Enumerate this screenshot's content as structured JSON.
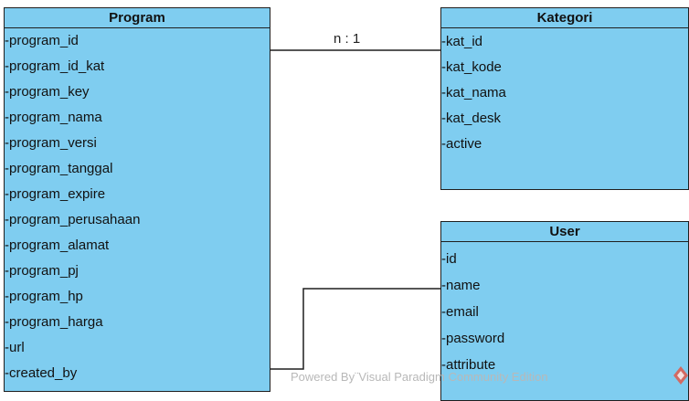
{
  "entities": {
    "program": {
      "title": "Program",
      "attributes": [
        "-program_id",
        "-program_id_kat",
        "-program_key",
        "-program_nama",
        "-program_versi",
        "-program_tanggal",
        "-program_expire",
        "-program_perusahaan",
        "-program_alamat",
        "-program_pj",
        "-program_hp",
        "-program_harga",
        "-url",
        "-created_by"
      ]
    },
    "kategori": {
      "title": "Kategori",
      "attributes": [
        "-kat_id",
        "-kat_kode",
        "-kat_nama",
        "-kat_desk",
        "-active"
      ]
    },
    "user": {
      "title": "User",
      "attributes": [
        "-id",
        "-name",
        "-email",
        "-password",
        "-attribute"
      ]
    }
  },
  "relationships": [
    {
      "from": "Program",
      "to": "Kategori",
      "label": "n : 1"
    },
    {
      "from": "Program",
      "to": "User",
      "label": ""
    }
  ],
  "watermark": {
    "text": "Powered By¨Visual Paradigm Community Edition",
    "logo_icon": "visual-paradigm-logo-icon",
    "color": "#b8b8b8"
  },
  "colors": {
    "entity_fill": "#7fcdf0",
    "border": "#1f1f1f",
    "connector": "#1f1f1f"
  }
}
